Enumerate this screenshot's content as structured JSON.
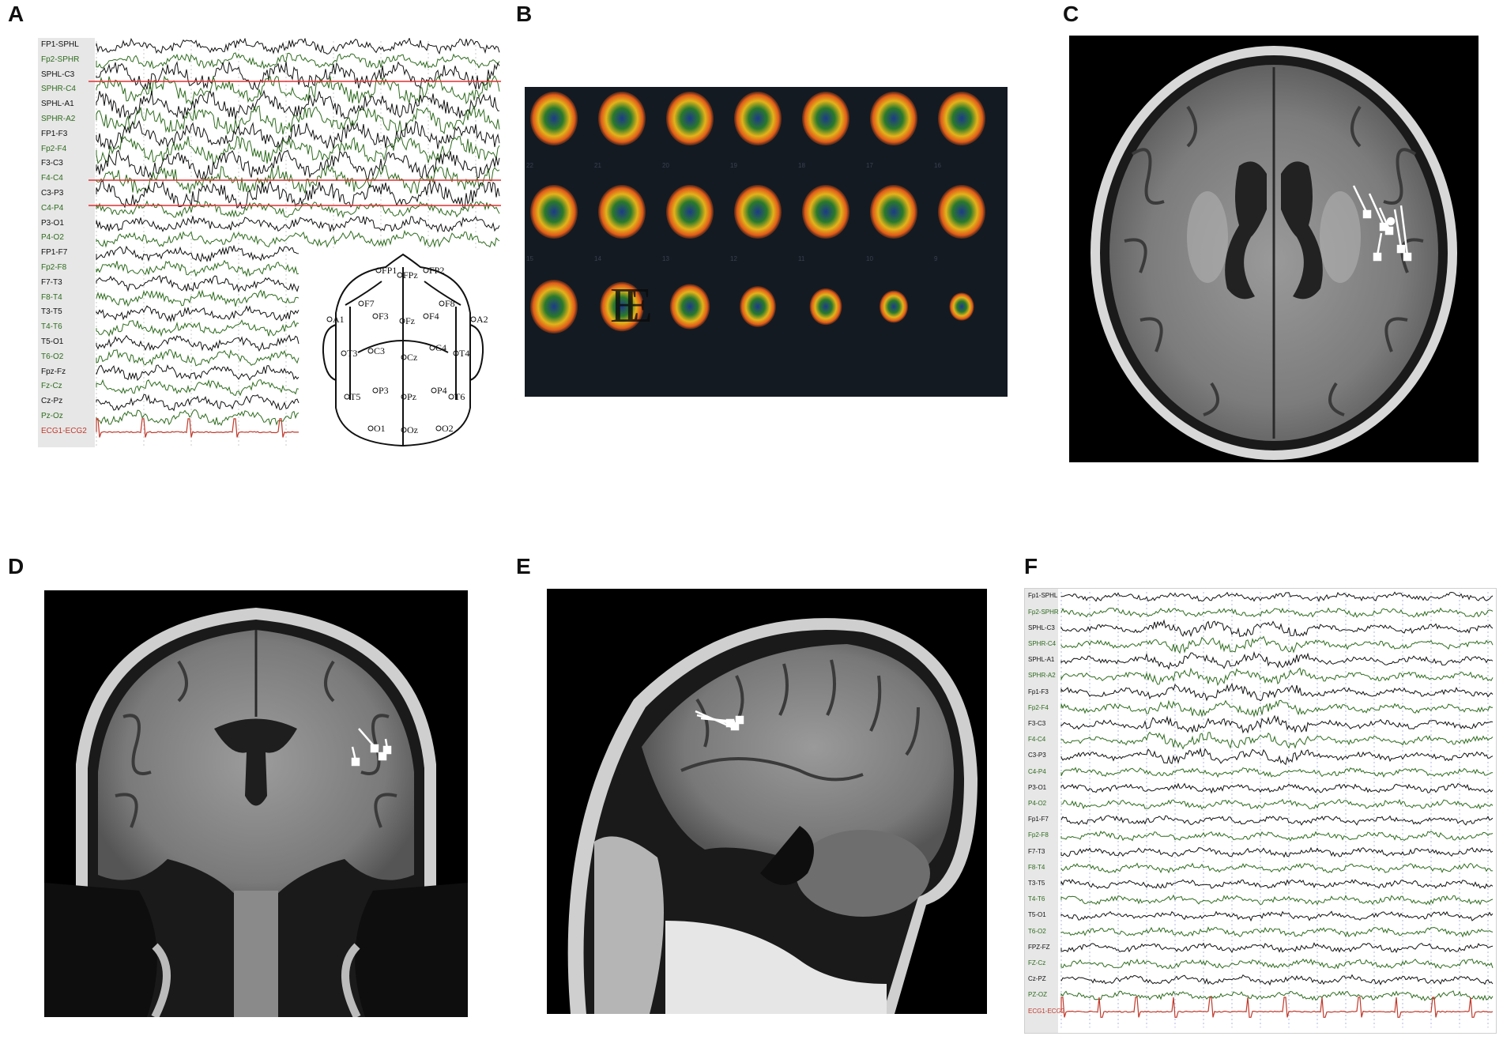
{
  "figure": {
    "panels": {
      "A": {
        "letter": "A",
        "channels": [
          {
            "label": "FP1-SPHL",
            "color": "#111111"
          },
          {
            "label": "Fp2-SPHR",
            "color": "#2e6b1e"
          },
          {
            "label": "SPHL-C3",
            "color": "#111111"
          },
          {
            "label": "SPHR-C4",
            "color": "#2e6b1e"
          },
          {
            "label": "SPHL-A1",
            "color": "#111111"
          },
          {
            "label": "SPHR-A2",
            "color": "#2e6b1e"
          },
          {
            "label": "FP1-F3",
            "color": "#111111"
          },
          {
            "label": "Fp2-F4",
            "color": "#2e6b1e"
          },
          {
            "label": "F3-C3",
            "color": "#111111"
          },
          {
            "label": "F4-C4",
            "color": "#2e6b1e"
          },
          {
            "label": "C3-P3",
            "color": "#111111"
          },
          {
            "label": "C4-P4",
            "color": "#2e6b1e"
          },
          {
            "label": "P3-O1",
            "color": "#111111"
          },
          {
            "label": "P4-O2",
            "color": "#2e6b1e"
          },
          {
            "label": "FP1-F7",
            "color": "#111111"
          },
          {
            "label": "Fp2-F8",
            "color": "#2e6b1e"
          },
          {
            "label": "F7-T3",
            "color": "#111111"
          },
          {
            "label": "F8-T4",
            "color": "#2e6b1e"
          },
          {
            "label": "T3-T5",
            "color": "#111111"
          },
          {
            "label": "T4-T6",
            "color": "#2e6b1e"
          },
          {
            "label": "T5-O1",
            "color": "#111111"
          },
          {
            "label": "T6-O2",
            "color": "#2e6b1e"
          },
          {
            "label": "Fpz-Fz",
            "color": "#111111"
          },
          {
            "label": "Fz-Cz",
            "color": "#2e6b1e"
          },
          {
            "label": "Cz-Pz",
            "color": "#111111"
          },
          {
            "label": "Pz-Oz",
            "color": "#2e6b1e"
          },
          {
            "label": "ECG1-ECG2",
            "color": "#c0392b"
          }
        ],
        "electrodes": [
          "F7",
          "FPz",
          "FP1",
          "FP2",
          "F8",
          "A1",
          "A2",
          "F3",
          "Fz",
          "F4",
          "C3",
          "Cz",
          "C4",
          "T3",
          "T4",
          "P3",
          "Pz",
          "P4",
          "T5",
          "T6",
          "O1",
          "Oz",
          "O2"
        ],
        "highlight_color": "#e03030"
      },
      "B": {
        "letter": "B",
        "slice_numbers": [
          "22",
          "21",
          "20",
          "19",
          "18",
          "17",
          "16",
          "15",
          "14",
          "13",
          "12",
          "11",
          "10",
          "9"
        ],
        "watermark": "EE"
      },
      "C": {
        "letter": "C"
      },
      "D": {
        "letter": "D"
      },
      "E": {
        "letter": "E"
      },
      "F": {
        "letter": "F",
        "channels": [
          {
            "label": "Fp1-SPHL",
            "color": "#111111"
          },
          {
            "label": "Fp2-SPHR",
            "color": "#2e6b1e"
          },
          {
            "label": "SPHL-C3",
            "color": "#111111"
          },
          {
            "label": "SPHR-C4",
            "color": "#2e6b1e"
          },
          {
            "label": "SPHL-A1",
            "color": "#111111"
          },
          {
            "label": "SPHR-A2",
            "color": "#2e6b1e"
          },
          {
            "label": "Fp1-F3",
            "color": "#111111"
          },
          {
            "label": "Fp2-F4",
            "color": "#2e6b1e"
          },
          {
            "label": "F3-C3",
            "color": "#111111"
          },
          {
            "label": "F4-C4",
            "color": "#2e6b1e"
          },
          {
            "label": "C3-P3",
            "color": "#111111"
          },
          {
            "label": "C4-P4",
            "color": "#2e6b1e"
          },
          {
            "label": "P3-O1",
            "color": "#111111"
          },
          {
            "label": "P4-O2",
            "color": "#2e6b1e"
          },
          {
            "label": "Fp1-F7",
            "color": "#111111"
          },
          {
            "label": "Fp2-F8",
            "color": "#2e6b1e"
          },
          {
            "label": "F7-T3",
            "color": "#111111"
          },
          {
            "label": "F8-T4",
            "color": "#2e6b1e"
          },
          {
            "label": "T3-T5",
            "color": "#111111"
          },
          {
            "label": "T4-T6",
            "color": "#2e6b1e"
          },
          {
            "label": "T5-O1",
            "color": "#111111"
          },
          {
            "label": "T6-O2",
            "color": "#2e6b1e"
          },
          {
            "label": "FPZ-FZ",
            "color": "#111111"
          },
          {
            "label": "FZ-Cz",
            "color": "#2e6b1e"
          },
          {
            "label": "Cz-PZ",
            "color": "#111111"
          },
          {
            "label": "PZ-OZ",
            "color": "#2e6b1e"
          },
          {
            "label": "ECG1-ECG2",
            "color": "#c0392b"
          }
        ]
      }
    }
  }
}
